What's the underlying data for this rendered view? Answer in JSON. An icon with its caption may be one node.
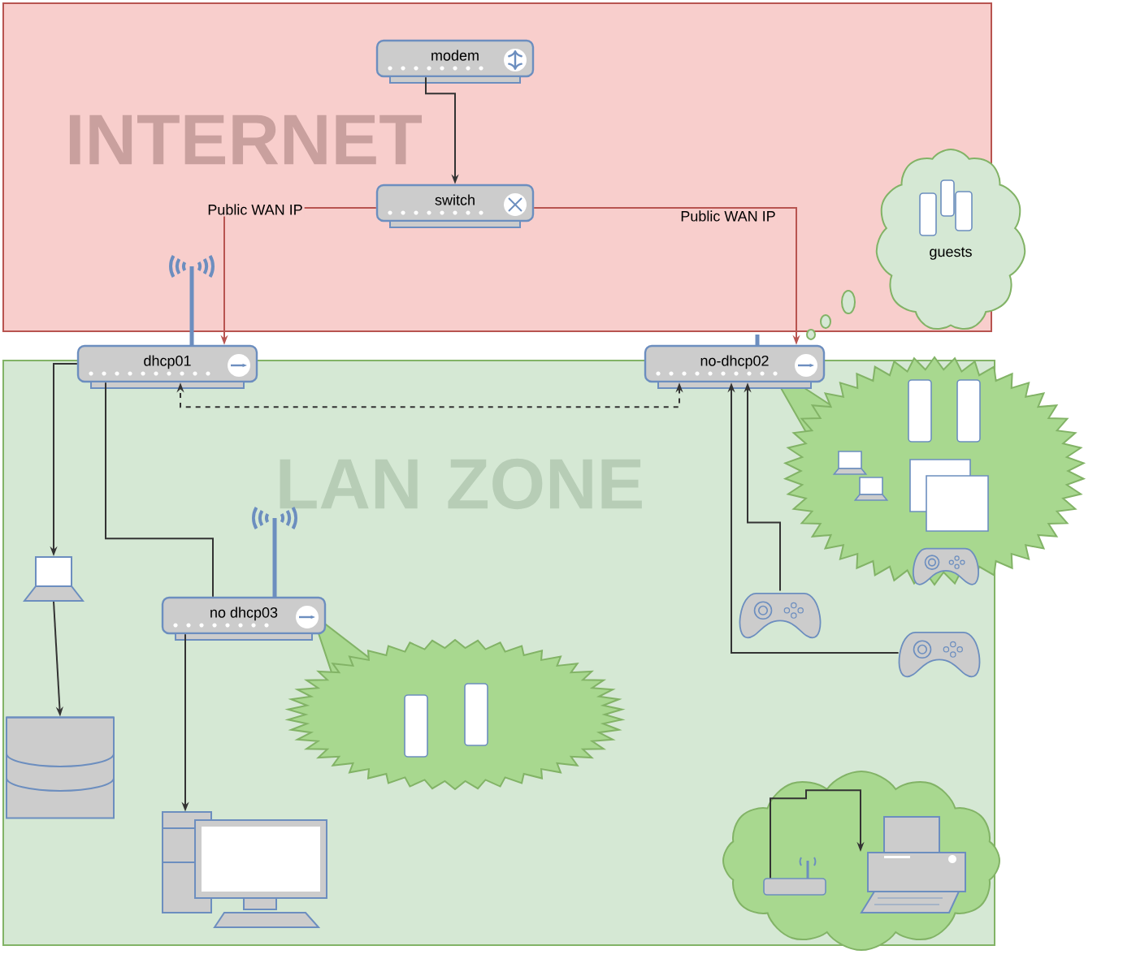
{
  "diagram": {
    "nodes": [
      {
        "text": [
          "INTERNET"
        ]
      },
      {
        "text": [
          "LAN ZONE"
        ]
      },
      {
        "text": [
          "modem"
        ],
        "in": 0
      },
      {
        "text": [
          "switch"
        ],
        "in": 0
      },
      {
        "text": [
          "dhcp01"
        ]
      },
      {
        "text": [
          "no-dhcp02"
        ]
      },
      {
        "text": [
          "no dhcp03"
        ],
        "in": 1
      },
      {
        "text": [
          "guests"
        ]
      },
      {
        "text": [],
        "shape": "picture",
        "in": 1
      },
      {
        "text": [],
        "shape": "cylinder",
        "in": 1
      },
      {
        "text": [],
        "shape": "picture",
        "in": 1
      },
      {
        "text": [],
        "shape": "picture",
        "in": 1
      },
      {
        "text": [],
        "shape": "picture",
        "in": 1
      },
      {
        "text": [],
        "shape": "cloud",
        "in": 1
      },
      {
        "text": [],
        "shape": "picture",
        "in": 13
      },
      {
        "text": [],
        "shape": "picture",
        "in": 13
      }
    ],
    "edges": [
      {
        "from": 2,
        "to": 3,
        "arrow": "to"
      },
      {
        "from": 3,
        "to": 4,
        "arrow": "to",
        "label": "Public WAN IP",
        "color": "#b85450"
      },
      {
        "from": 3,
        "to": 5,
        "arrow": "to",
        "label": "Public WAN IP",
        "color": "#b85450"
      },
      {
        "from": 5,
        "to": 4,
        "arrow": "both",
        "style": "dashed"
      },
      {
        "from": 4,
        "to": 8,
        "arrow": "to"
      },
      {
        "from": 4,
        "to": 6,
        "arrow": "none"
      },
      {
        "from": 8,
        "to": 9,
        "arrow": "to"
      },
      {
        "from": 6,
        "to": 10,
        "arrow": "to"
      },
      {
        "from": 11,
        "to": 5,
        "arrow": "to"
      },
      {
        "from": 12,
        "to": 5,
        "arrow": "to"
      },
      {
        "from": 14,
        "to": 15,
        "arrow": "to"
      }
    ]
  }
}
